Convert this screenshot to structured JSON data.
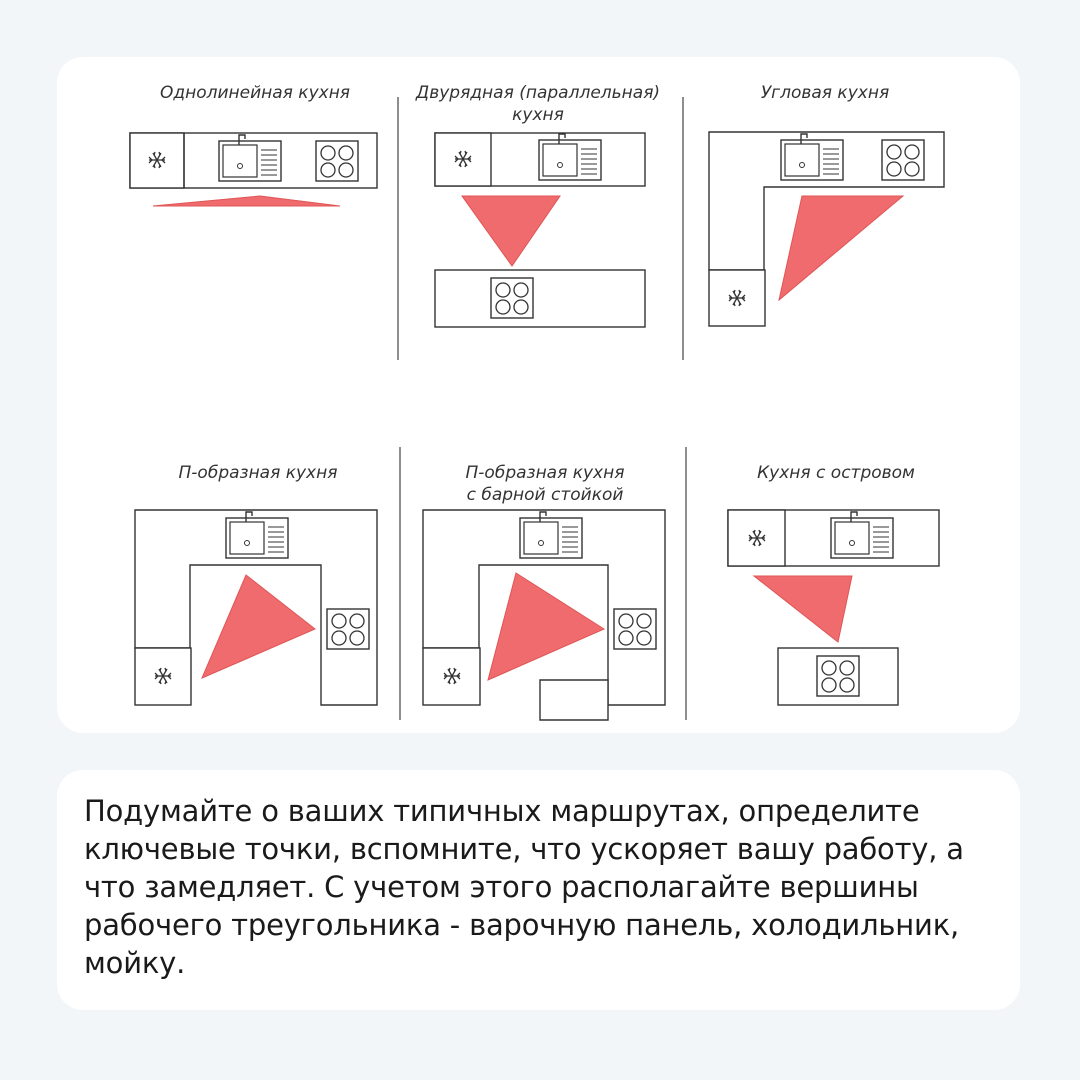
{
  "layouts": [
    {
      "title_lines": [
        "Однолинейная кухня"
      ]
    },
    {
      "title_lines": [
        "Двурядная (параллельная)",
        "кухня"
      ]
    },
    {
      "title_lines": [
        "Угловая кухня"
      ]
    },
    {
      "title_lines": [
        "П-образная кухня"
      ]
    },
    {
      "title_lines": [
        "П-образная кухня",
        "с барной стойкой"
      ]
    },
    {
      "title_lines": [
        "Кухня с островом"
      ]
    }
  ],
  "caption": "Подумайте о ваших типичных маршрутах, определите ключевые точки, вспомните, что ускоряет вашу работу, а что замедляет. С учетом этого располагайте вершины рабочего треугольника - варочную панель, холодильник, мойку.",
  "icons": {
    "sink": "sink-icon",
    "stove": "stove-icon",
    "fridge": "fridge-icon"
  },
  "colors": {
    "triangle": "#ef6b6d",
    "background": "#f3f6f9",
    "card": "#ffffff",
    "line": "#333333"
  }
}
